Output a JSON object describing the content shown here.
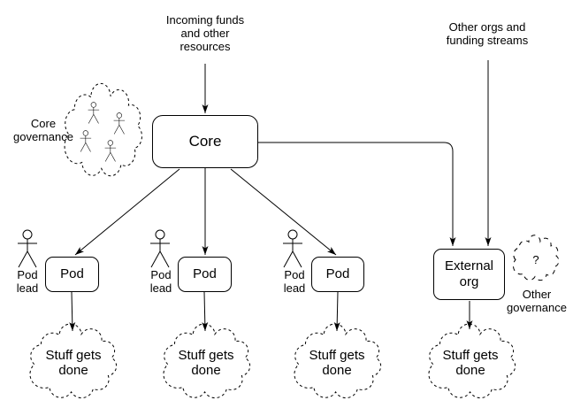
{
  "diagram": {
    "background_color": "#ffffff",
    "stroke_color": "#000000",
    "text_color": "#000000"
  },
  "top_labels": {
    "incoming_funds": "Incoming funds\nand other\nresources",
    "other_orgs": "Other orgs and\nfunding streams"
  },
  "core": {
    "label": "Core"
  },
  "core_governance": {
    "label": "Core\ngovernance",
    "member_figures": 4
  },
  "pods": [
    {
      "label": "Pod",
      "lead_label": "Pod\nlead"
    },
    {
      "label": "Pod",
      "lead_label": "Pod\nlead"
    },
    {
      "label": "Pod",
      "lead_label": "Pod\nlead"
    }
  ],
  "external_org": {
    "label": "External\norg"
  },
  "other_governance": {
    "label": "Other\ngovernance",
    "question_mark": "?"
  },
  "outcomes": [
    {
      "label": "Stuff gets\ndone"
    },
    {
      "label": "Stuff gets\ndone"
    },
    {
      "label": "Stuff gets\ndone"
    },
    {
      "label": "Stuff gets\ndone"
    }
  ],
  "icons": {
    "actor": "stick-figure-person",
    "thought_cloud": "dashed-cloud-outline",
    "arrowhead": "filled-triangle"
  }
}
